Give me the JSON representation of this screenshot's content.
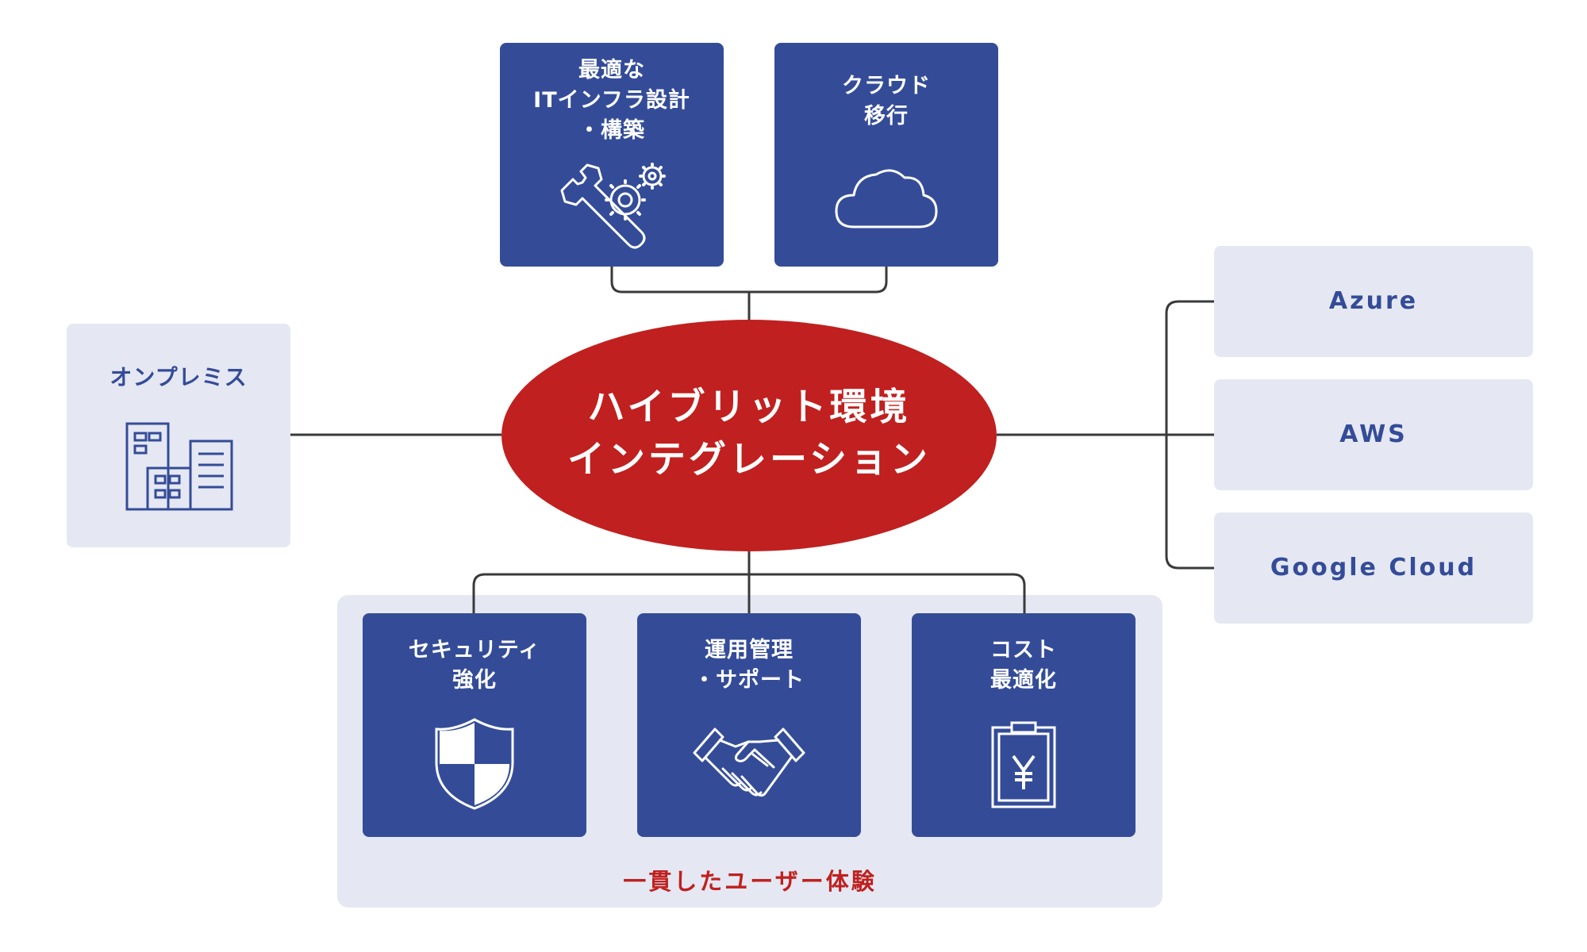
{
  "hub": {
    "title": "ハイブリット環境\nインテグレーション"
  },
  "top": [
    {
      "label": "最適な\nITインフラ設計\n・構築",
      "icon": "wrench-gears-icon"
    },
    {
      "label": "クラウド\n移行",
      "icon": "cloud-icon"
    }
  ],
  "left": {
    "label": "オンプレミス",
    "icon": "office-buildings-icon"
  },
  "clouds": [
    "Azure",
    "AWS",
    "Google Cloud"
  ],
  "bottom": [
    {
      "label": "セキュリティ\n強化",
      "icon": "shield-icon"
    },
    {
      "label": "運用管理\n・サポート",
      "icon": "handshake-icon"
    },
    {
      "label": "コスト\n最適化",
      "icon": "clipboard-yen-icon"
    }
  ],
  "bottom_caption": "一貫したユーザー体験",
  "colors": {
    "navy": "#344c98",
    "red": "#c0201f",
    "light": "#e5e8f2",
    "line": "#3a3a3a"
  }
}
